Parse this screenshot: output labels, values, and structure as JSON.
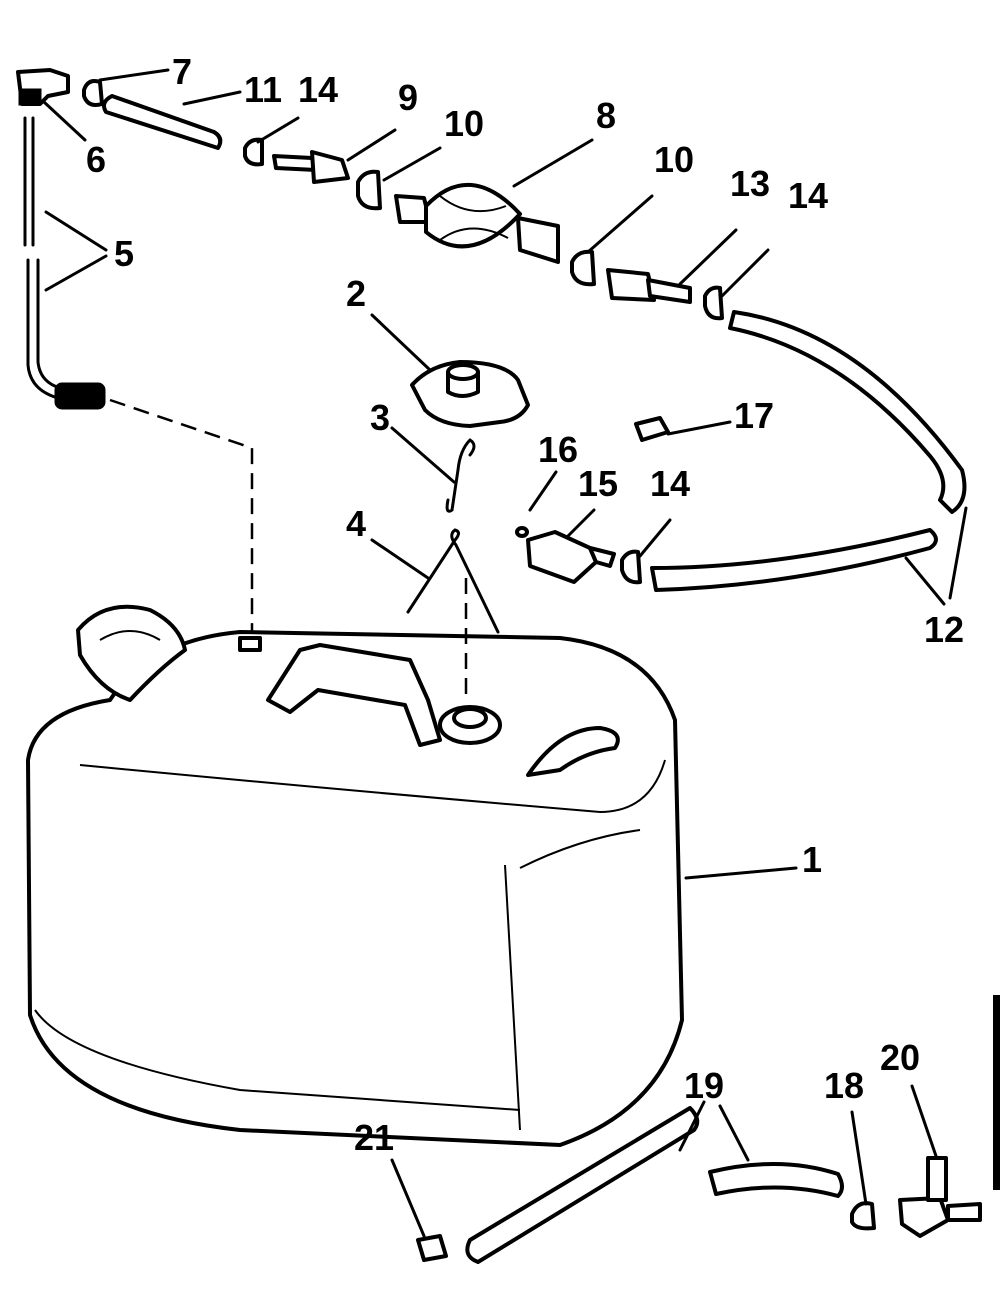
{
  "diagram": {
    "callouts": [
      {
        "id": "1",
        "label": "1"
      },
      {
        "id": "2",
        "label": "2"
      },
      {
        "id": "3",
        "label": "3"
      },
      {
        "id": "4",
        "label": "4"
      },
      {
        "id": "5",
        "label": "5"
      },
      {
        "id": "6",
        "label": "6"
      },
      {
        "id": "7",
        "label": "7"
      },
      {
        "id": "8",
        "label": "8"
      },
      {
        "id": "9",
        "label": "9"
      },
      {
        "id": "10a",
        "label": "10"
      },
      {
        "id": "10b",
        "label": "10"
      },
      {
        "id": "11",
        "label": "11"
      },
      {
        "id": "12",
        "label": "12"
      },
      {
        "id": "13",
        "label": "13"
      },
      {
        "id": "14a",
        "label": "14"
      },
      {
        "id": "14b",
        "label": "14"
      },
      {
        "id": "14c",
        "label": "14"
      },
      {
        "id": "15",
        "label": "15"
      },
      {
        "id": "16",
        "label": "16"
      },
      {
        "id": "17",
        "label": "17"
      },
      {
        "id": "18",
        "label": "18"
      },
      {
        "id": "19",
        "label": "19"
      },
      {
        "id": "20",
        "label": "20"
      },
      {
        "id": "21",
        "label": "21"
      }
    ]
  }
}
